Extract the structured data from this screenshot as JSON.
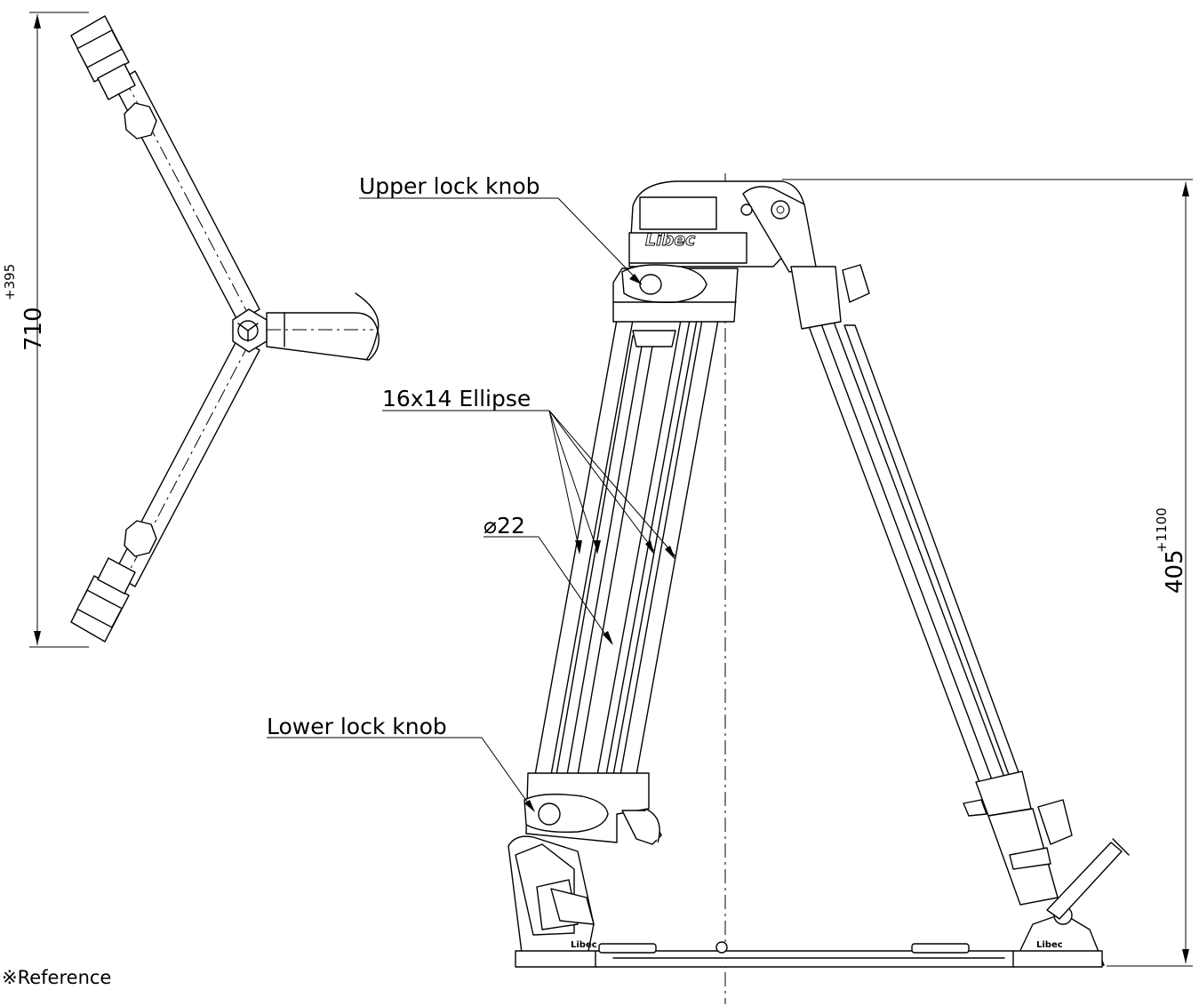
{
  "labels": {
    "upper_lock_knob": "Upper lock knob",
    "ellipse": "16x14 Ellipse",
    "diameter": "⌀22",
    "lower_lock_knob": "Lower lock knob",
    "reference": "※Reference"
  },
  "dimensions": {
    "spread": {
      "value": "710",
      "superscript": "+395"
    },
    "height": {
      "value": "405",
      "superscript": "+1100"
    }
  },
  "brand": {
    "logo": "Libec"
  }
}
